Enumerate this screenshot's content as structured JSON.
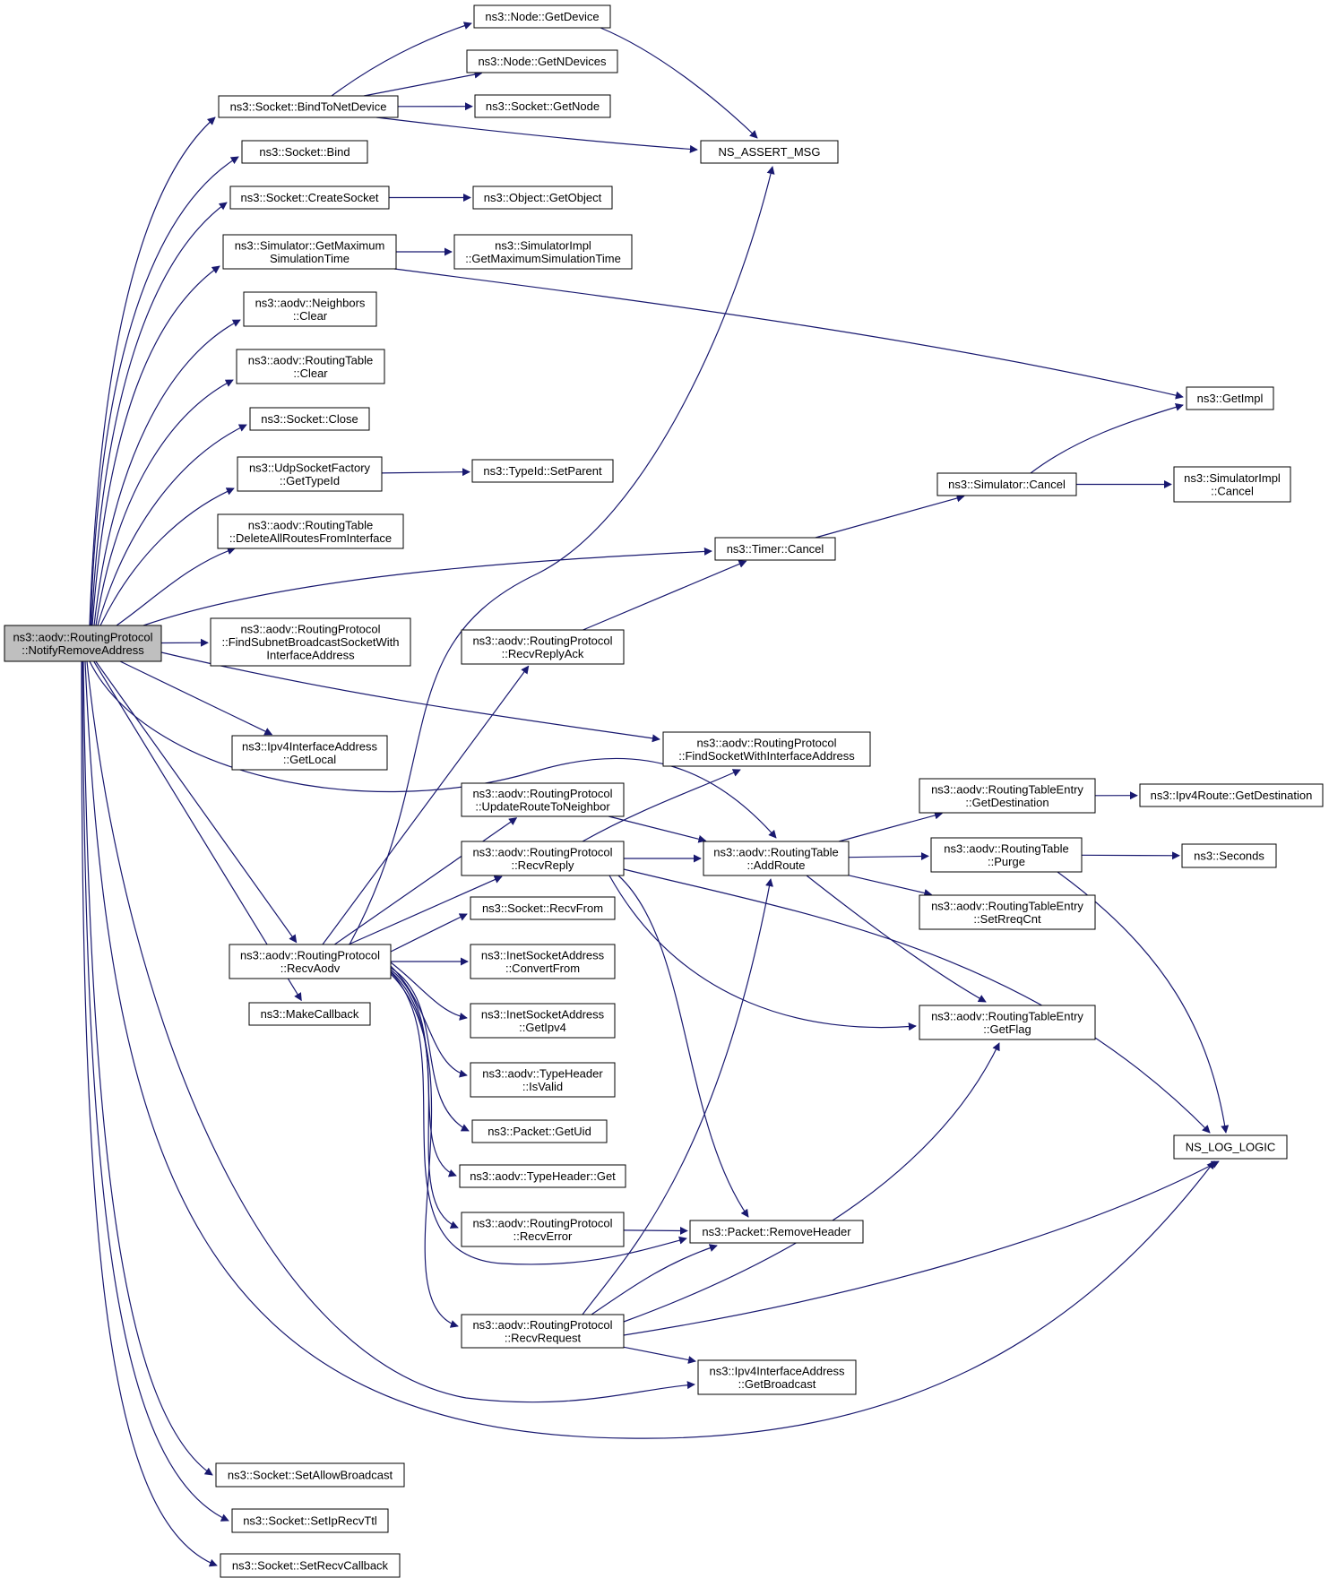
{
  "graph": {
    "nodes": [
      {
        "id": "root",
        "lines": [
          "ns3::aodv::RoutingProtocol",
          "::NotifyRemoveAddress"
        ],
        "root": true
      },
      {
        "id": "bindToNet",
        "lines": [
          "ns3::Socket::BindToNetDevice"
        ]
      },
      {
        "id": "bind",
        "lines": [
          "ns3::Socket::Bind"
        ]
      },
      {
        "id": "createSocket",
        "lines": [
          "ns3::Socket::CreateSocket"
        ]
      },
      {
        "id": "simGetMax",
        "lines": [
          "ns3::Simulator::GetMaximum",
          "SimulationTime"
        ]
      },
      {
        "id": "neighborsClear",
        "lines": [
          "ns3::aodv::Neighbors",
          "::Clear"
        ]
      },
      {
        "id": "rtClear",
        "lines": [
          "ns3::aodv::RoutingTable",
          "::Clear"
        ]
      },
      {
        "id": "sockClose",
        "lines": [
          "ns3::Socket::Close"
        ]
      },
      {
        "id": "udpGetTypeId",
        "lines": [
          "ns3::UdpSocketFactory",
          "::GetTypeId"
        ]
      },
      {
        "id": "deleteAll",
        "lines": [
          "ns3::aodv::RoutingTable",
          "::DeleteAllRoutesFromInterface"
        ]
      },
      {
        "id": "findSubnet",
        "lines": [
          "ns3::aodv::RoutingProtocol",
          "::FindSubnetBroadcastSocketWith",
          "InterfaceAddress"
        ]
      },
      {
        "id": "getLocal",
        "lines": [
          "ns3::Ipv4InterfaceAddress",
          "::GetLocal"
        ]
      },
      {
        "id": "recvAodv",
        "lines": [
          "ns3::aodv::RoutingProtocol",
          "::RecvAodv"
        ]
      },
      {
        "id": "makeCallback",
        "lines": [
          "ns3::MakeCallback"
        ]
      },
      {
        "id": "setAllowBcast",
        "lines": [
          "ns3::Socket::SetAllowBroadcast"
        ]
      },
      {
        "id": "setIpRecvTtl",
        "lines": [
          "ns3::Socket::SetIpRecvTtl"
        ]
      },
      {
        "id": "setRecvCb",
        "lines": [
          "ns3::Socket::SetRecvCallback"
        ]
      },
      {
        "id": "nodeGetDevice",
        "lines": [
          "ns3::Node::GetDevice"
        ]
      },
      {
        "id": "nodeGetN",
        "lines": [
          "ns3::Node::GetNDevices"
        ]
      },
      {
        "id": "sockGetNode",
        "lines": [
          "ns3::Socket::GetNode"
        ]
      },
      {
        "id": "nsAssert",
        "lines": [
          "NS_ASSERT_MSG"
        ]
      },
      {
        "id": "objGetObject",
        "lines": [
          "ns3::Object::GetObject"
        ],
        "red": true
      },
      {
        "id": "simImplGetMax",
        "lines": [
          "ns3::SimulatorImpl",
          "::GetMaximumSimulationTime"
        ]
      },
      {
        "id": "typeIdSetParent",
        "lines": [
          "ns3::TypeId::SetParent"
        ],
        "red": true
      },
      {
        "id": "timerCancel",
        "lines": [
          "ns3::Timer::Cancel"
        ]
      },
      {
        "id": "recvReplyAck",
        "lines": [
          "ns3::aodv::RoutingProtocol",
          "::RecvReplyAck"
        ],
        "red": true
      },
      {
        "id": "findSocket",
        "lines": [
          "ns3::aodv::RoutingProtocol",
          "::FindSocketWithInterfaceAddress"
        ]
      },
      {
        "id": "updateRoute",
        "lines": [
          "ns3::aodv::RoutingProtocol",
          "::UpdateRouteToNeighbor"
        ],
        "red": true
      },
      {
        "id": "recvReply",
        "lines": [
          "ns3::aodv::RoutingProtocol",
          "::RecvReply"
        ],
        "red": true
      },
      {
        "id": "addRoute",
        "lines": [
          "ns3::aodv::RoutingTable",
          "::AddRoute"
        ]
      },
      {
        "id": "sockRecvFrom",
        "lines": [
          "ns3::Socket::RecvFrom"
        ]
      },
      {
        "id": "convertFrom",
        "lines": [
          "ns3::InetSocketAddress",
          "::ConvertFrom"
        ],
        "red": true
      },
      {
        "id": "getIpv4",
        "lines": [
          "ns3::InetSocketAddress",
          "::GetIpv4"
        ]
      },
      {
        "id": "isValid",
        "lines": [
          "ns3::aodv::TypeHeader",
          "::IsValid"
        ]
      },
      {
        "id": "pktGetUid",
        "lines": [
          "ns3::Packet::GetUid"
        ],
        "red": true
      },
      {
        "id": "typeHeaderGet",
        "lines": [
          "ns3::aodv::TypeHeader::Get"
        ]
      },
      {
        "id": "recvError",
        "lines": [
          "ns3::aodv::RoutingProtocol",
          "::RecvError"
        ],
        "red": true
      },
      {
        "id": "removeHeader",
        "lines": [
          "ns3::Packet::RemoveHeader"
        ],
        "red": true
      },
      {
        "id": "recvRequest",
        "lines": [
          "ns3::aodv::RoutingProtocol",
          "::RecvRequest"
        ],
        "red": true
      },
      {
        "id": "getBroadcast",
        "lines": [
          "ns3::Ipv4InterfaceAddress",
          "::GetBroadcast"
        ]
      },
      {
        "id": "getImpl",
        "lines": [
          "ns3::GetImpl"
        ],
        "red": true
      },
      {
        "id": "simCancel",
        "lines": [
          "ns3::Simulator::Cancel"
        ],
        "red": true
      },
      {
        "id": "simImplCancel",
        "lines": [
          "ns3::SimulatorImpl",
          "::Cancel"
        ]
      },
      {
        "id": "rteGetDest",
        "lines": [
          "ns3::aodv::RoutingTableEntry",
          "::GetDestination"
        ]
      },
      {
        "id": "ipv4RouteGetDest",
        "lines": [
          "ns3::Ipv4Route::GetDestination"
        ]
      },
      {
        "id": "rtPurge",
        "lines": [
          "ns3::aodv::RoutingTable",
          "::Purge"
        ]
      },
      {
        "id": "seconds",
        "lines": [
          "ns3::Seconds"
        ],
        "red": true
      },
      {
        "id": "rteSetRreqCnt",
        "lines": [
          "ns3::aodv::RoutingTableEntry",
          "::SetRreqCnt"
        ]
      },
      {
        "id": "rteGetFlag",
        "lines": [
          "ns3::aodv::RoutingTableEntry",
          "::GetFlag"
        ]
      },
      {
        "id": "nsLogLogic",
        "lines": [
          "NS_LOG_LOGIC"
        ]
      }
    ],
    "edges": [
      [
        "root",
        "bindToNet"
      ],
      [
        "root",
        "bind"
      ],
      [
        "root",
        "createSocket"
      ],
      [
        "root",
        "simGetMax"
      ],
      [
        "root",
        "neighborsClear"
      ],
      [
        "root",
        "rtClear"
      ],
      [
        "root",
        "sockClose"
      ],
      [
        "root",
        "udpGetTypeId"
      ],
      [
        "root",
        "deleteAll"
      ],
      [
        "root",
        "timerCancel"
      ],
      [
        "root",
        "findSubnet"
      ],
      [
        "root",
        "findSocket"
      ],
      [
        "root",
        "getLocal"
      ],
      [
        "root",
        "addRoute"
      ],
      [
        "root",
        "recvAodv"
      ],
      [
        "root",
        "makeCallback"
      ],
      [
        "root",
        "getBroadcast"
      ],
      [
        "root",
        "nsLogLogic"
      ],
      [
        "root",
        "setAllowBcast"
      ],
      [
        "root",
        "setIpRecvTtl"
      ],
      [
        "root",
        "setRecvCb"
      ],
      [
        "bindToNet",
        "nodeGetDevice"
      ],
      [
        "bindToNet",
        "nodeGetN"
      ],
      [
        "bindToNet",
        "sockGetNode"
      ],
      [
        "bindToNet",
        "nsAssert"
      ],
      [
        "nodeGetDevice",
        "nsAssert"
      ],
      [
        "createSocket",
        "objGetObject"
      ],
      [
        "simGetMax",
        "simImplGetMax"
      ],
      [
        "simGetMax",
        "getImpl"
      ],
      [
        "udpGetTypeId",
        "typeIdSetParent"
      ],
      [
        "timerCancel",
        "simCancel"
      ],
      [
        "simCancel",
        "getImpl"
      ],
      [
        "simCancel",
        "simImplCancel"
      ],
      [
        "recvReplyAck",
        "timerCancel"
      ],
      [
        "recvAodv",
        "nsAssert"
      ],
      [
        "recvAodv",
        "recvReplyAck"
      ],
      [
        "recvAodv",
        "updateRoute"
      ],
      [
        "recvAodv",
        "recvReply"
      ],
      [
        "recvAodv",
        "sockRecvFrom"
      ],
      [
        "recvAodv",
        "convertFrom"
      ],
      [
        "recvAodv",
        "getIpv4"
      ],
      [
        "recvAodv",
        "isValid"
      ],
      [
        "recvAodv",
        "pktGetUid"
      ],
      [
        "recvAodv",
        "typeHeaderGet"
      ],
      [
        "recvAodv",
        "recvError"
      ],
      [
        "recvAodv",
        "removeHeader"
      ],
      [
        "recvAodv",
        "recvRequest"
      ],
      [
        "updateRoute",
        "addRoute"
      ],
      [
        "recvReply",
        "findSocket"
      ],
      [
        "recvReply",
        "addRoute"
      ],
      [
        "recvReply",
        "rteGetFlag"
      ],
      [
        "recvReply",
        "removeHeader"
      ],
      [
        "recvReply",
        "nsLogLogic"
      ],
      [
        "recvError",
        "removeHeader"
      ],
      [
        "recvRequest",
        "addRoute"
      ],
      [
        "recvRequest",
        "removeHeader"
      ],
      [
        "recvRequest",
        "rteGetFlag"
      ],
      [
        "recvRequest",
        "nsLogLogic"
      ],
      [
        "recvRequest",
        "getBroadcast"
      ],
      [
        "addRoute",
        "rteGetDest"
      ],
      [
        "addRoute",
        "rtPurge"
      ],
      [
        "addRoute",
        "rteSetRreqCnt"
      ],
      [
        "addRoute",
        "rteGetFlag"
      ],
      [
        "rteGetDest",
        "ipv4RouteGetDest"
      ],
      [
        "rtPurge",
        "seconds"
      ],
      [
        "rtPurge",
        "nsLogLogic"
      ]
    ]
  }
}
